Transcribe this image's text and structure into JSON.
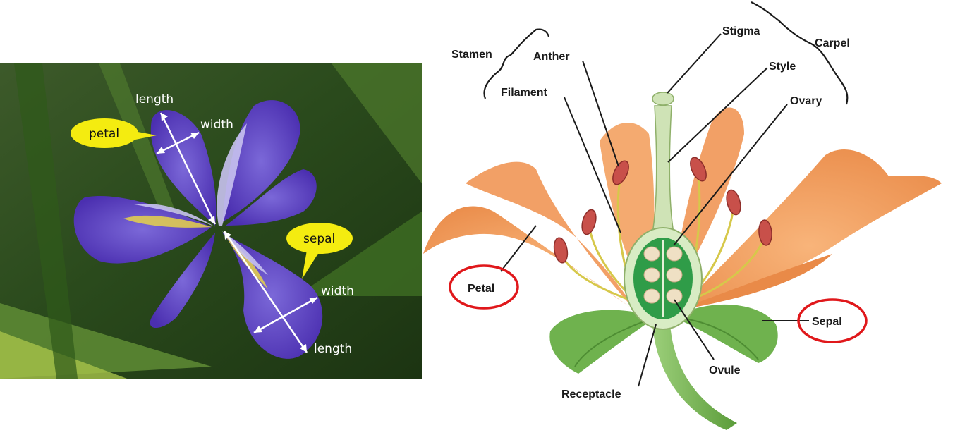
{
  "iris_photo": {
    "labels": {
      "petal_length": "length",
      "petal_width": "width",
      "sepal_width": "width",
      "sepal_length": "length"
    },
    "callouts": {
      "petal": "petal",
      "sepal": "sepal"
    }
  },
  "flower_diagram": {
    "brackets": {
      "stamen": "Stamen",
      "carpel": "Carpel"
    },
    "labels": {
      "stigma": "Stigma",
      "anther": "Anther",
      "style": "Style",
      "filament": "Filament",
      "ovary": "Ovary",
      "petal": "Petal",
      "sepal": "Sepal",
      "ovule": "Ovule",
      "receptacle": "Receptacle"
    },
    "highlighted": [
      "Petal",
      "Sepal"
    ]
  },
  "colors": {
    "callout_yellow": "#f4ec10",
    "highlight_red": "#e0181b",
    "petal_orange": "#f4a46a",
    "iris_purple": "#5a3fc0",
    "leaf_green": "#6fb24e"
  }
}
